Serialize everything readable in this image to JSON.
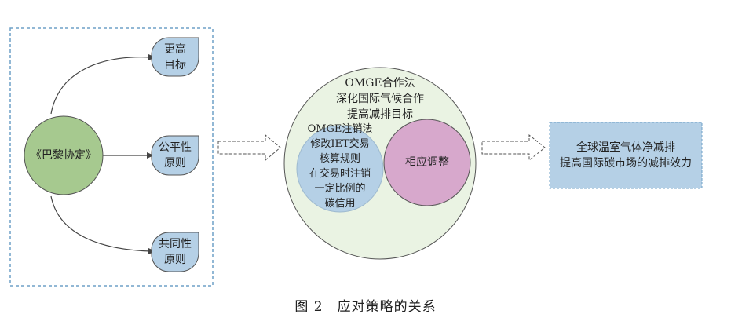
{
  "nodes": {
    "paris": "《巴黎协定》",
    "goal_higher": "更高\n目标",
    "goal_fairness": "公平性\n原则",
    "goal_commonality": "共同性\n原则",
    "omge_coop": "OMGE合作法\n深化国际气候合作\n提高减排目标",
    "omge_cancel": "OMGE注销法\n修改IET交易\n核算规则\n在交易时注销\n一定比例的\n碳信用",
    "adjustment": "相应调整",
    "result": "全球温室气体净减排\n提高国际碳市场的减排效力"
  },
  "caption": "图 2　应对策略的关系",
  "colors": {
    "green_fill": "#a6c98f",
    "blue_fill": "#b5d0e6",
    "pink_fill": "#d7a8cc",
    "light_green": "#eaf3e3",
    "dashed_border": "#6fa1c7",
    "stroke": "#555555"
  }
}
